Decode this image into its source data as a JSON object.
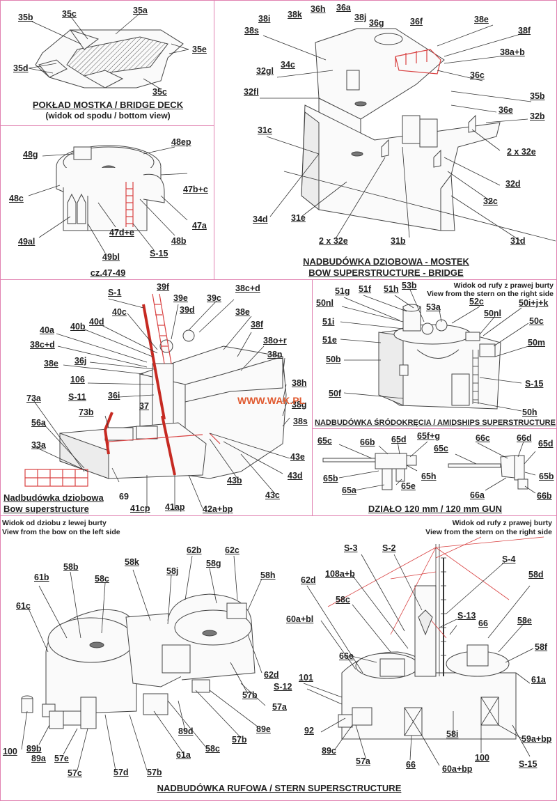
{
  "colors": {
    "panel_border": "#e080b0",
    "red_parts": "#c62a22",
    "watermark": "#e05a30"
  },
  "panel_bridge_deck": {
    "caption_line1": "POKŁAD MOSTKA / BRIDGE DECK",
    "caption_line2": "(widok od spodu / bottom view)",
    "labels": [
      "35b",
      "35c",
      "35a",
      "35e",
      "35d",
      "35c"
    ]
  },
  "panel_parts_47_49": {
    "caption": "cz.47-49",
    "labels": [
      "48g",
      "48ep",
      "47b+c",
      "48c",
      "47a",
      "47d+e",
      "48b",
      "49al",
      "49bl",
      "S-15"
    ]
  },
  "panel_bow_bridge": {
    "caption_line1": "NADBUDÓWKA DZIOBOWA - MOSTEK",
    "caption_line2": "BOW SUPERSTRUCTURE - BRIDGE",
    "labels": [
      "36h",
      "36a",
      "38i",
      "38k",
      "38j",
      "36g",
      "36f",
      "38e",
      "38s",
      "38f",
      "38a+b",
      "34c",
      "32gl",
      "36c",
      "32fl",
      "35b",
      "36e",
      "32b",
      "31c",
      "2 x 32e",
      "32d",
      "32c",
      "34d",
      "31e",
      "2 x 32e",
      "31b",
      "31d"
    ]
  },
  "panel_bow_superstructure": {
    "caption_line1": "Nadbudówka dziobowa",
    "caption_line2": "Bow superstructure",
    "watermark": "WWW.WAK.PL",
    "labels": [
      "S-1",
      "39f",
      "39e",
      "38c+d",
      "40c",
      "39d",
      "39c",
      "38e",
      "40d",
      "40a",
      "40b",
      "38f",
      "38c+d",
      "38o+r",
      "38e",
      "36j",
      "38n",
      "106",
      "36i",
      "38h",
      "73a",
      "S-11",
      "37",
      "38g",
      "73b",
      "38s",
      "56a",
      "33a",
      "43e",
      "43d",
      "43b",
      "43c",
      "69",
      "41cp",
      "41ap",
      "42a+bp"
    ]
  },
  "panel_amidships": {
    "note_line1": "Widok od rufy z prawej burty",
    "note_line2": "View from the stern on the right side",
    "caption": "NADBUDÓWKA ŚRÓDOKRĘCIA / AMIDSHIPS SUPERSTRUCTURE",
    "labels": [
      "53b",
      "51g",
      "51f",
      "51h",
      "50nl",
      "53a",
      "52c",
      "50i+j+k",
      "50nl",
      "51i",
      "50c",
      "51e",
      "50m",
      "50b",
      "S-15",
      "50f",
      "50h"
    ]
  },
  "panel_gun": {
    "caption": "DZIAŁO 120 mm / 120 mm GUN",
    "labels": [
      "65c",
      "66b",
      "65d",
      "65f+g",
      "66c",
      "66d",
      "65c",
      "65d",
      "65h",
      "65b",
      "65e",
      "65a",
      "66a",
      "65b",
      "66b"
    ]
  },
  "panel_stern": {
    "note_left_line1": "Widok od dziobu z lewej  burty",
    "note_left_line2": "View from the bow on the left side",
    "note_right_line1": "Widok od rufy z prawej burty",
    "note_right_line2": "View from the stern on the right side",
    "caption": "NADBUDÓWKA RUFOWA / STERN SUPERSCTRUCTURE",
    "labels": [
      "62b",
      "62c",
      "58b",
      "58k",
      "58g",
      "61b",
      "58c",
      "58j",
      "58h",
      "61c",
      "62d",
      "57b",
      "57a",
      "89d",
      "89e",
      "57b",
      "58c",
      "61a",
      "100",
      "89b",
      "89a",
      "57e",
      "57c",
      "57d",
      "57b",
      "S-3",
      "S-2",
      "S-4",
      "108a+b",
      "58d",
      "62d",
      "58c",
      "S-13",
      "66",
      "58e",
      "60a+bl",
      "66e",
      "58f",
      "101",
      "61a",
      "S-12",
      "92",
      "89c",
      "58i",
      "59a+bp",
      "100",
      "S-15",
      "57a",
      "66",
      "60a+bp"
    ]
  }
}
